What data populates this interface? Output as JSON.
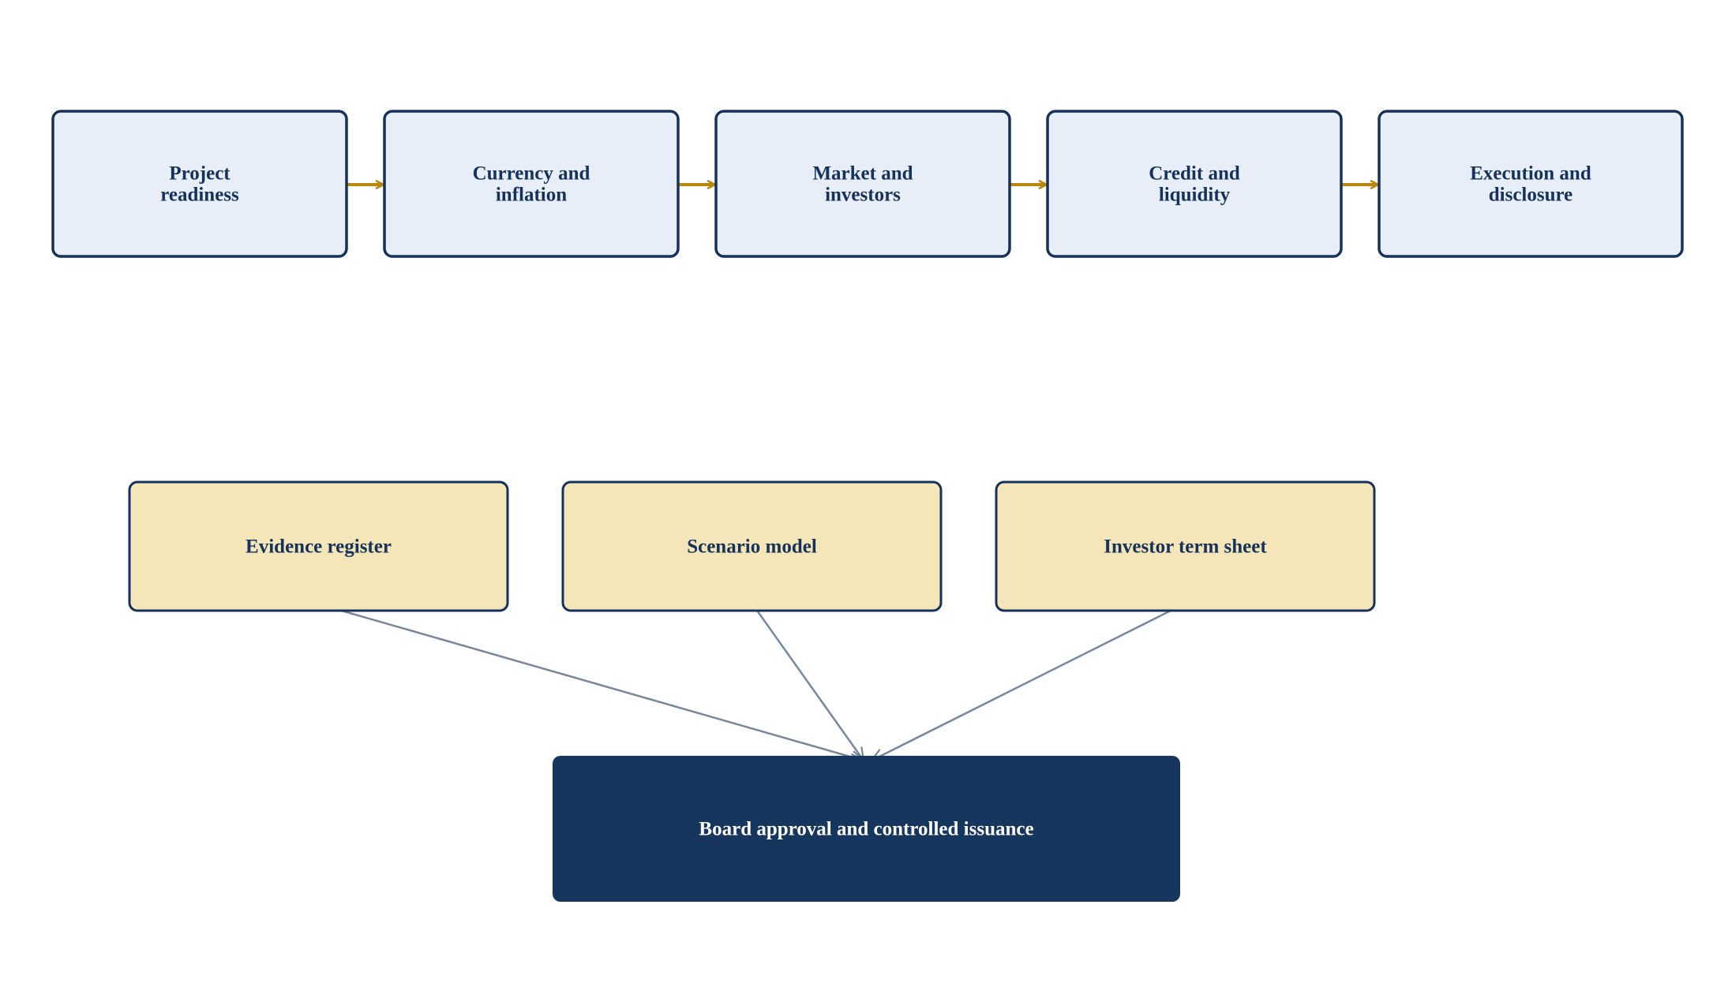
{
  "colors": {
    "stage_fill": "#e7eef8",
    "stage_stroke": "#16325b",
    "stage_text": "#16325b",
    "stage_arrow": "#b8860b",
    "artifact_fill": "#f4e6b8",
    "artifact_stroke": "#16325b",
    "artifact_text": "#16325b",
    "feed_arrow": "#7a8699",
    "outcome_fill": "#17365d",
    "outcome_text": "#ffffff"
  },
  "stages": [
    {
      "id": "stage-project-readiness",
      "lines": [
        "Project",
        "readiness"
      ]
    },
    {
      "id": "stage-currency-inflation",
      "lines": [
        "Currency and",
        "inflation"
      ]
    },
    {
      "id": "stage-market-investors",
      "lines": [
        "Market and",
        "investors"
      ]
    },
    {
      "id": "stage-credit-liquidity",
      "lines": [
        "Credit and",
        "liquidity"
      ]
    },
    {
      "id": "stage-execution-disclosure",
      "lines": [
        "Execution and",
        "disclosure"
      ]
    }
  ],
  "artifacts": [
    {
      "id": "artifact-evidence-register",
      "label": "Evidence register"
    },
    {
      "id": "artifact-scenario-model",
      "label": "Scenario model"
    },
    {
      "id": "artifact-investor-term-sheet",
      "label": "Investor term sheet"
    }
  ],
  "outcome": {
    "id": "outcome-board-approval",
    "label": "Board approval and controlled issuance"
  }
}
